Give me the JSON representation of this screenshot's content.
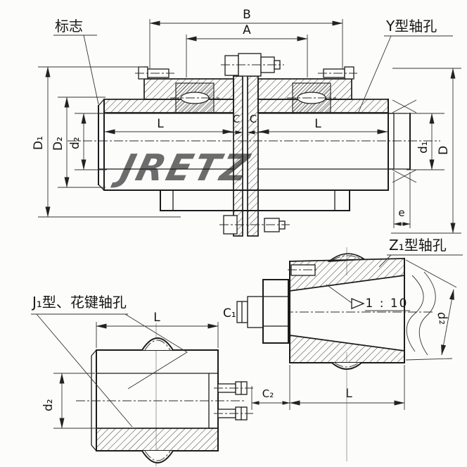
{
  "drawing": {
    "watermark": "JRETZ",
    "watermark_color": "#e4534e",
    "upper": {
      "label_mark": "标志",
      "label_y_bore": "Y型轴孔",
      "dim_B": "B",
      "dim_A": "A",
      "dim_D1": "D₁",
      "dim_D2": "D₂",
      "dim_d2": "d₂",
      "dim_L_left": "L",
      "dim_C_left": "C",
      "dim_C_right": "C",
      "dim_L_right": "L",
      "dim_d1": "d₁",
      "dim_D": "D",
      "dim_e": "e"
    },
    "lower_left": {
      "label_bore": "J₁型、花键轴孔",
      "dim_L_top": "L",
      "dim_d2": "d₂",
      "dim_C1": "C₁",
      "dim_C2": "C₂",
      "dim_L_bottom": "L"
    },
    "lower_right": {
      "label_bore": "Z₁型轴孔",
      "taper": "1 : 10",
      "dim_d2": "d₂"
    }
  }
}
